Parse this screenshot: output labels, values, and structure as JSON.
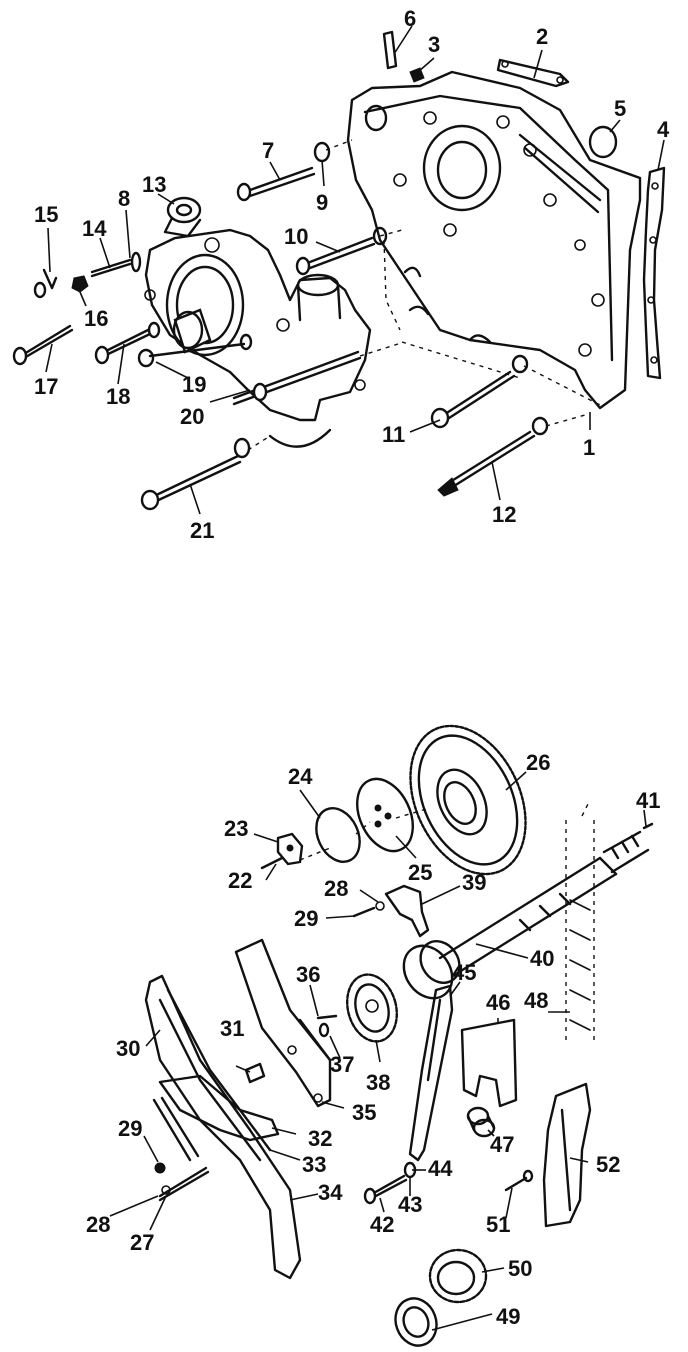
{
  "callouts": [
    {
      "id": "c1",
      "label": "1"
    },
    {
      "id": "c2",
      "label": "2"
    },
    {
      "id": "c3",
      "label": "3"
    },
    {
      "id": "c4",
      "label": "4"
    },
    {
      "id": "c5",
      "label": "5"
    },
    {
      "id": "c6",
      "label": "6"
    },
    {
      "id": "c7",
      "label": "7"
    },
    {
      "id": "c8",
      "label": "8"
    },
    {
      "id": "c9",
      "label": "9"
    },
    {
      "id": "c10",
      "label": "10"
    },
    {
      "id": "c11",
      "label": "11"
    },
    {
      "id": "c12",
      "label": "12"
    },
    {
      "id": "c13",
      "label": "13"
    },
    {
      "id": "c14",
      "label": "14"
    },
    {
      "id": "c15",
      "label": "15"
    },
    {
      "id": "c16",
      "label": "16"
    },
    {
      "id": "c17",
      "label": "17"
    },
    {
      "id": "c18",
      "label": "18"
    },
    {
      "id": "c19",
      "label": "19"
    },
    {
      "id": "c20",
      "label": "20"
    },
    {
      "id": "c21",
      "label": "21"
    },
    {
      "id": "c22",
      "label": "22"
    },
    {
      "id": "c23",
      "label": "23"
    },
    {
      "id": "c24",
      "label": "24"
    },
    {
      "id": "c25",
      "label": "25"
    },
    {
      "id": "c26",
      "label": "26"
    },
    {
      "id": "c27",
      "label": "27"
    },
    {
      "id": "c28a",
      "label": "28"
    },
    {
      "id": "c28b",
      "label": "28"
    },
    {
      "id": "c29a",
      "label": "29"
    },
    {
      "id": "c29b",
      "label": "29"
    },
    {
      "id": "c30",
      "label": "30"
    },
    {
      "id": "c31",
      "label": "31"
    },
    {
      "id": "c32",
      "label": "32"
    },
    {
      "id": "c33",
      "label": "33"
    },
    {
      "id": "c34",
      "label": "34"
    },
    {
      "id": "c35",
      "label": "35"
    },
    {
      "id": "c36",
      "label": "36"
    },
    {
      "id": "c37",
      "label": "37"
    },
    {
      "id": "c38",
      "label": "38"
    },
    {
      "id": "c39",
      "label": "39"
    },
    {
      "id": "c40",
      "label": "40"
    },
    {
      "id": "c41",
      "label": "41"
    },
    {
      "id": "c42",
      "label": "42"
    },
    {
      "id": "c43",
      "label": "43"
    },
    {
      "id": "c44",
      "label": "44"
    },
    {
      "id": "c45",
      "label": "45"
    },
    {
      "id": "c46",
      "label": "46"
    },
    {
      "id": "c47",
      "label": "47"
    },
    {
      "id": "c48",
      "label": "48"
    },
    {
      "id": "c49",
      "label": "49"
    },
    {
      "id": "c50",
      "label": "50"
    },
    {
      "id": "c51",
      "label": "51"
    },
    {
      "id": "c52",
      "label": "52"
    }
  ]
}
